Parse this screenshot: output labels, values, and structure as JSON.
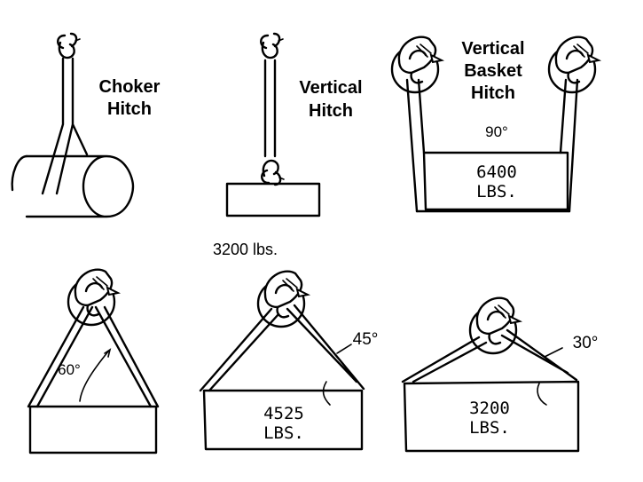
{
  "diagrams": {
    "choker": {
      "title_line1": "Choker",
      "title_line2": "Hitch"
    },
    "vertical": {
      "title_line1": "Vertical",
      "title_line2": "Hitch",
      "load_caption": "3200 lbs."
    },
    "basket": {
      "title_line1": "Vertical",
      "title_line2": "Basket",
      "title_line3": "Hitch",
      "angle": "90°",
      "load_line1": "6400",
      "load_line2": "LBS."
    },
    "sixty": {
      "angle": "60°"
    },
    "fortyfive": {
      "angle": "45°",
      "load_line1": "4525",
      "load_line2": "LBS."
    },
    "thirty": {
      "angle": "30°",
      "load_line1": "3200",
      "load_line2": "LBS."
    }
  }
}
